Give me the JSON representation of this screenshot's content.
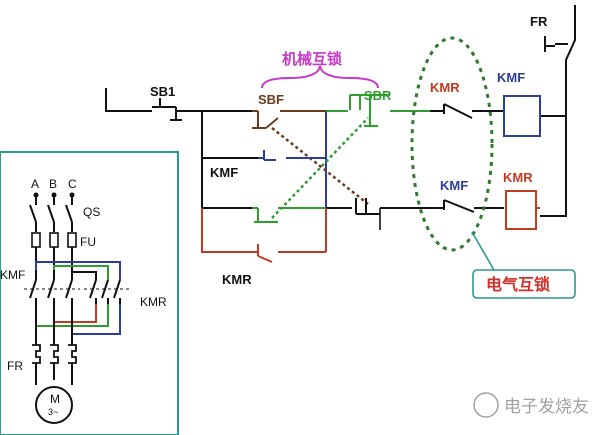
{
  "diagram": {
    "labels": {
      "fr_top": "FR",
      "sb1": "SB1",
      "sbf": "SBF",
      "sbr": "SBR",
      "mech_interlock": "机械互锁",
      "kmr_contact_top": "KMR",
      "kmf_coil": "KMF",
      "kmf_aux": "KMF",
      "kmf_contact_mid": "KMF",
      "kmr_coil": "KMR",
      "kmr_aux": "KMR",
      "elec_interlock": "电气互锁"
    },
    "main_circuit": {
      "phase_a": "A",
      "phase_b": "B",
      "phase_c": "C",
      "qs": "QS",
      "fu": "FU",
      "kmf": "KMF",
      "kmr": "KMR",
      "fr": "FR",
      "motor_line1": "M",
      "motor_line2": "3~"
    },
    "watermark": "电子发烧友",
    "colors": {
      "black": "#111111",
      "blue": "#2c3d9e",
      "red": "#c23a22",
      "green": "#2f9e2f",
      "brown": "#6b3b1e",
      "magenta": "#c838c8",
      "teal": "#2a9a8e",
      "interlock_label": "#d0302a"
    }
  }
}
